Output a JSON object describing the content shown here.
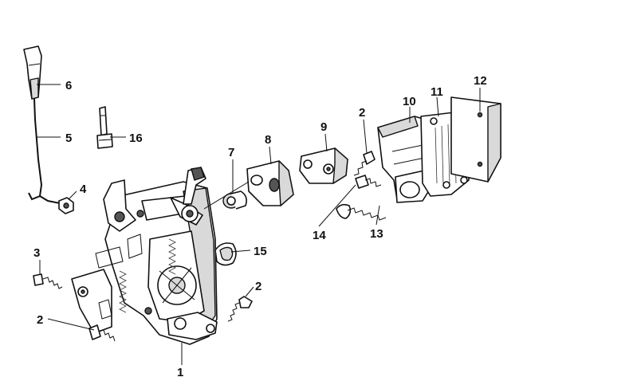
{
  "diagram": {
    "callouts": [
      {
        "id": "c1",
        "label": "1"
      },
      {
        "id": "c2a",
        "label": "2"
      },
      {
        "id": "c2b",
        "label": "2"
      },
      {
        "id": "c2c",
        "label": "2"
      },
      {
        "id": "c3",
        "label": "3"
      },
      {
        "id": "c4",
        "label": "4"
      },
      {
        "id": "c5",
        "label": "5"
      },
      {
        "id": "c6",
        "label": "6"
      },
      {
        "id": "c7",
        "label": "7"
      },
      {
        "id": "c8",
        "label": "8"
      },
      {
        "id": "c9",
        "label": "9"
      },
      {
        "id": "c10",
        "label": "10"
      },
      {
        "id": "c11",
        "label": "11"
      },
      {
        "id": "c12",
        "label": "12"
      },
      {
        "id": "c13",
        "label": "13"
      },
      {
        "id": "c14",
        "label": "14"
      },
      {
        "id": "c15",
        "label": "15"
      },
      {
        "id": "c16",
        "label": "16"
      }
    ]
  }
}
